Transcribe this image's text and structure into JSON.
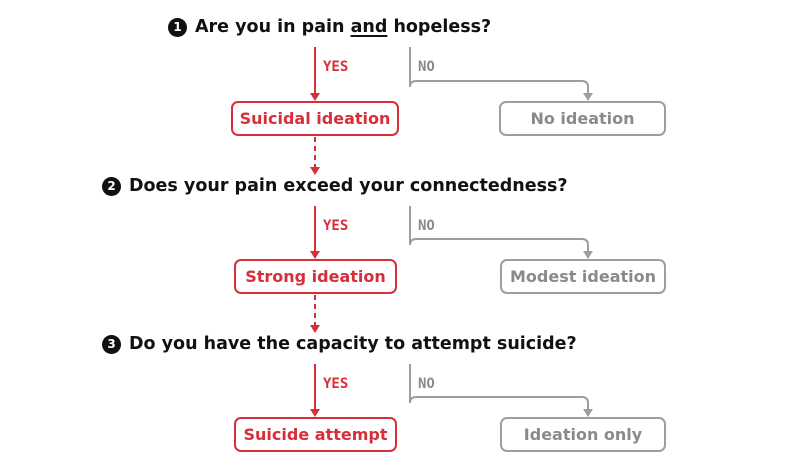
{
  "colors": {
    "yes": "#d62f3a",
    "no": "#9e9e9e",
    "text": "#111111"
  },
  "steps": [
    {
      "number": "1",
      "question_parts": [
        {
          "text": "Are you in pain ",
          "underline": false
        },
        {
          "text": "and",
          "underline": true
        },
        {
          "text": " hopeless?",
          "underline": false
        }
      ],
      "yes_label": "YES",
      "no_label": "NO",
      "yes_outcome": "Suicidal ideation",
      "no_outcome": "No ideation"
    },
    {
      "number": "2",
      "question_parts": [
        {
          "text": "Does your pain exceed your connectedness?",
          "underline": false
        }
      ],
      "yes_label": "YES",
      "no_label": "NO",
      "yes_outcome": "Strong ideation",
      "no_outcome": "Modest ideation"
    },
    {
      "number": "3",
      "question_parts": [
        {
          "text": "Do you have the capacity to attempt suicide?",
          "underline": false
        }
      ],
      "yes_label": "YES",
      "no_label": "NO",
      "yes_outcome": "Suicide attempt",
      "no_outcome": "Ideation only"
    }
  ]
}
